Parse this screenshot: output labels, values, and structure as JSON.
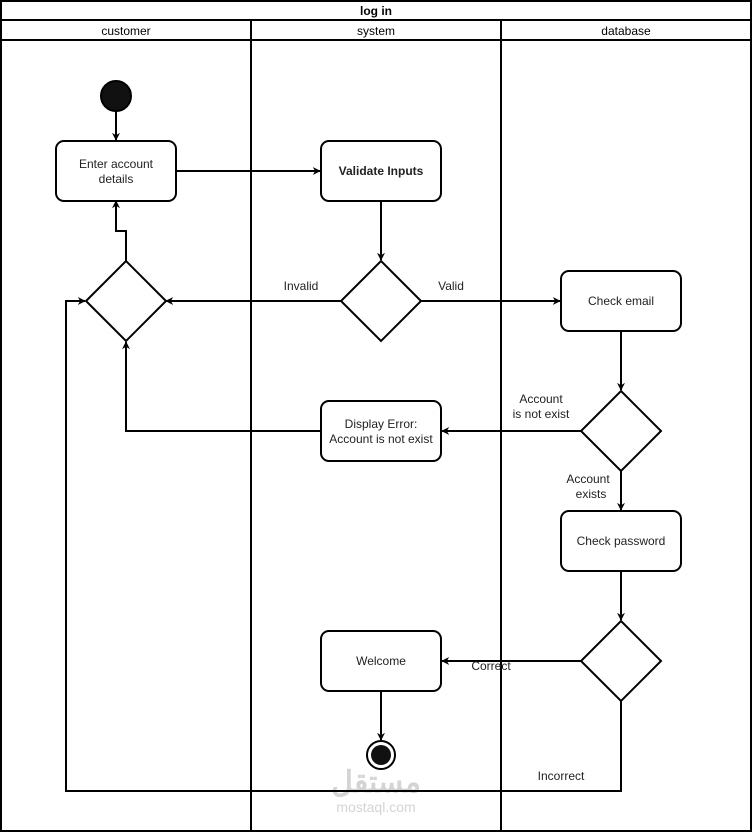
{
  "diagram": {
    "type": "uml-activity-swimlane",
    "title": "log in",
    "lanes": [
      {
        "id": "customer",
        "label": "customer"
      },
      {
        "id": "system",
        "label": "system"
      },
      {
        "id": "database",
        "label": "database"
      }
    ],
    "nodes": {
      "start": {
        "kind": "initial",
        "lane": "customer"
      },
      "enter_details": {
        "kind": "action",
        "lane": "customer",
        "lines": [
          "Enter account",
          "details"
        ]
      },
      "customer_merge": {
        "kind": "decision",
        "lane": "customer"
      },
      "validate_inputs": {
        "kind": "action",
        "lane": "system",
        "lines": [
          "Validate Inputs"
        ],
        "bold": true
      },
      "validate_decision": {
        "kind": "decision",
        "lane": "system"
      },
      "display_error": {
        "kind": "action",
        "lane": "system",
        "lines": [
          "Display Error:",
          "Account is not exist"
        ]
      },
      "welcome": {
        "kind": "action",
        "lane": "system",
        "lines": [
          "Welcome"
        ]
      },
      "end": {
        "kind": "final",
        "lane": "system"
      },
      "check_email": {
        "kind": "action",
        "lane": "database",
        "lines": [
          "Check email"
        ]
      },
      "email_decision": {
        "kind": "decision",
        "lane": "database"
      },
      "check_password": {
        "kind": "action",
        "lane": "database",
        "lines": [
          "Check password"
        ]
      },
      "password_decision": {
        "kind": "decision",
        "lane": "database"
      }
    },
    "edge_labels": {
      "invalid": "Invalid",
      "valid": "Valid",
      "account_not_exist": [
        "Account",
        "is not exist"
      ],
      "account_exists": [
        "Account",
        "exists"
      ],
      "correct": "Correct",
      "incorrect": "Incorrect"
    },
    "edges": [
      {
        "from": "start",
        "to": "enter_details"
      },
      {
        "from": "enter_details",
        "to": "validate_inputs"
      },
      {
        "from": "validate_inputs",
        "to": "validate_decision"
      },
      {
        "from": "validate_decision",
        "to": "customer_merge",
        "label": "Invalid"
      },
      {
        "from": "validate_decision",
        "to": "check_email",
        "label": "Valid"
      },
      {
        "from": "check_email",
        "to": "email_decision"
      },
      {
        "from": "email_decision",
        "to": "display_error",
        "label": "Account is not exist"
      },
      {
        "from": "email_decision",
        "to": "check_password",
        "label": "Account exists"
      },
      {
        "from": "display_error",
        "to": "customer_merge"
      },
      {
        "from": "check_password",
        "to": "password_decision"
      },
      {
        "from": "password_decision",
        "to": "welcome",
        "label": "Correct"
      },
      {
        "from": "password_decision",
        "to": "customer_merge",
        "label": "Incorrect"
      },
      {
        "from": "customer_merge",
        "to": "enter_details"
      },
      {
        "from": "welcome",
        "to": "end"
      }
    ]
  },
  "watermark": {
    "arabic": "مستقل",
    "latin": "mostaql.com"
  }
}
